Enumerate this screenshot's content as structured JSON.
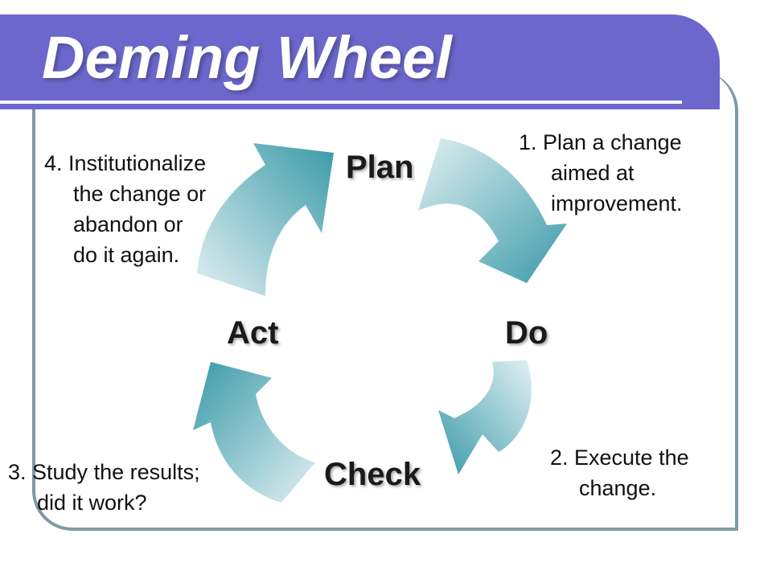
{
  "title": "Deming Wheel",
  "phases": {
    "plan": "Plan",
    "do": "Do",
    "check": "Check",
    "act": "Act"
  },
  "notes": {
    "plan": [
      "1. Plan a change",
      "aimed at",
      "improvement."
    ],
    "do": [
      "2. Execute the",
      "change."
    ],
    "check": [
      "3. Study the results;",
      "did it work?"
    ],
    "act": [
      "4. Institutionalize",
      "the change or",
      "abandon or",
      "do it again."
    ]
  },
  "colors": {
    "title_band": "#6b67cc",
    "frame": "#7d9ba3",
    "arrow_dark": "#3a9aa8",
    "arrow_light": "#dcedf1"
  },
  "icons": [
    "cycle-arrow-icon"
  ]
}
